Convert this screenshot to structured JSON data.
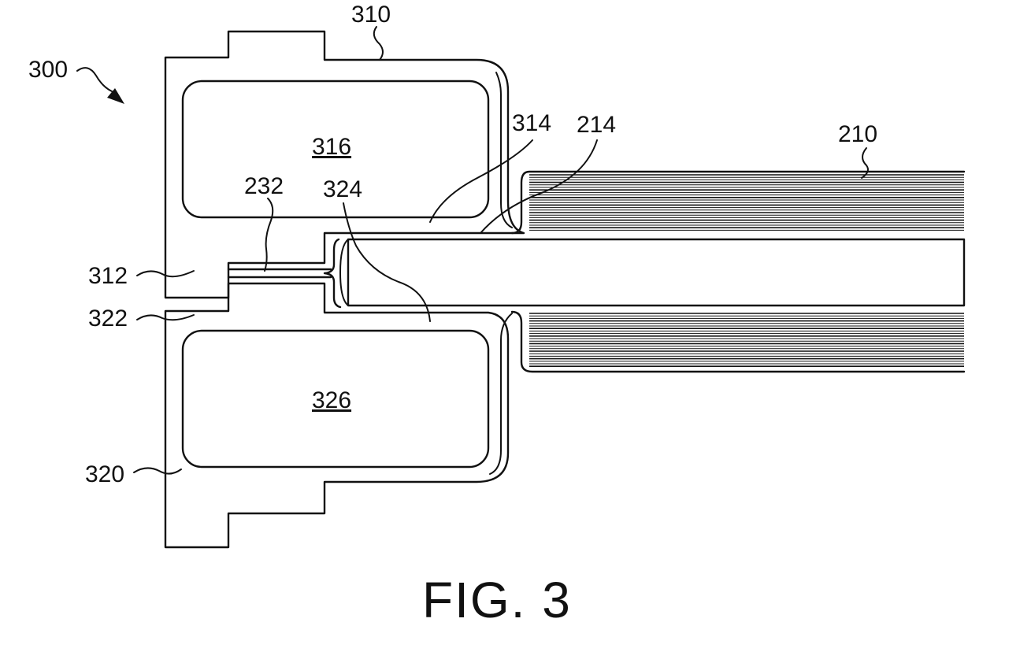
{
  "figure": {
    "caption": "FIG. 3",
    "labels": {
      "l300": "300",
      "l310": "310",
      "l314": "314",
      "l214": "214",
      "l210": "210",
      "l316": "316",
      "l232": "232",
      "l324": "324",
      "l312": "312",
      "l322": "322",
      "l326": "326",
      "l320": "320"
    },
    "colors": {
      "ink": "#111111",
      "background": "#ffffff"
    }
  }
}
